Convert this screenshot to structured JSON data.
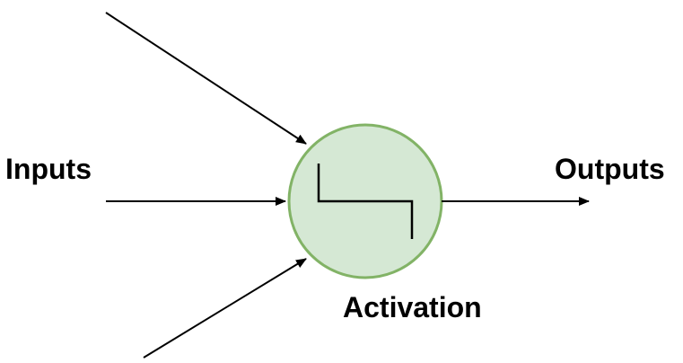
{
  "labels": {
    "inputs": "Inputs",
    "outputs": "Outputs",
    "activation": "Activation"
  },
  "colors": {
    "neuron_fill": "#d5e8d4",
    "neuron_stroke": "#82b366",
    "line": "#000000",
    "text": "#000000",
    "background": "#ffffff"
  },
  "icons": {
    "activation_function": "step-function-icon"
  }
}
